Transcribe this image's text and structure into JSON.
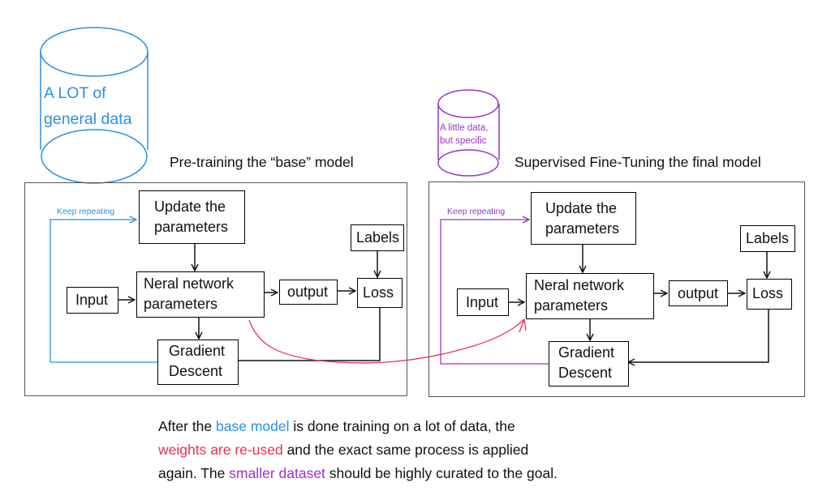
{
  "colors": {
    "blue": "#2b8fe6",
    "red": "#ee2f55",
    "purple": "#9a34c8",
    "black": "#111111"
  },
  "left_db": {
    "label_line1": "A LOT of",
    "label_line2": "general data"
  },
  "right_db": {
    "label_line1": "A little data,",
    "label_line2": "but specific"
  },
  "left_panel": {
    "title": "Pre-training the “base” model",
    "keep_repeating": "Keep repeating",
    "update_line1": "Update the",
    "update_line2": "parameters",
    "nn_line1": "Neral network",
    "nn_line2": "parameters",
    "input": "Input",
    "output": "output",
    "labels": "Labels",
    "loss": "Loss",
    "gd_line1": "Gradient",
    "gd_line2": "Descent"
  },
  "right_panel": {
    "title": "Supervised Fine-Tuning the final model",
    "keep_repeating": "Keep repeating",
    "update_line1": "Update the",
    "update_line2": "parameters",
    "nn_line1": "Neral network",
    "nn_line2": "parameters",
    "input": "Input",
    "output": "output",
    "labels": "Labels",
    "loss": "Loss",
    "gd_line1": "Gradient",
    "gd_line2": "Descent"
  },
  "caption": {
    "p1": "After the ",
    "base_model": "base model",
    "p2": " is done training on a lot of data, the",
    "weights_reused": "weights are re-used",
    "p3": " and the exact same process is applied",
    "p4": "again. The ",
    "smaller_dataset": "smaller dataset",
    "p5": " should be highly curated to the goal."
  }
}
